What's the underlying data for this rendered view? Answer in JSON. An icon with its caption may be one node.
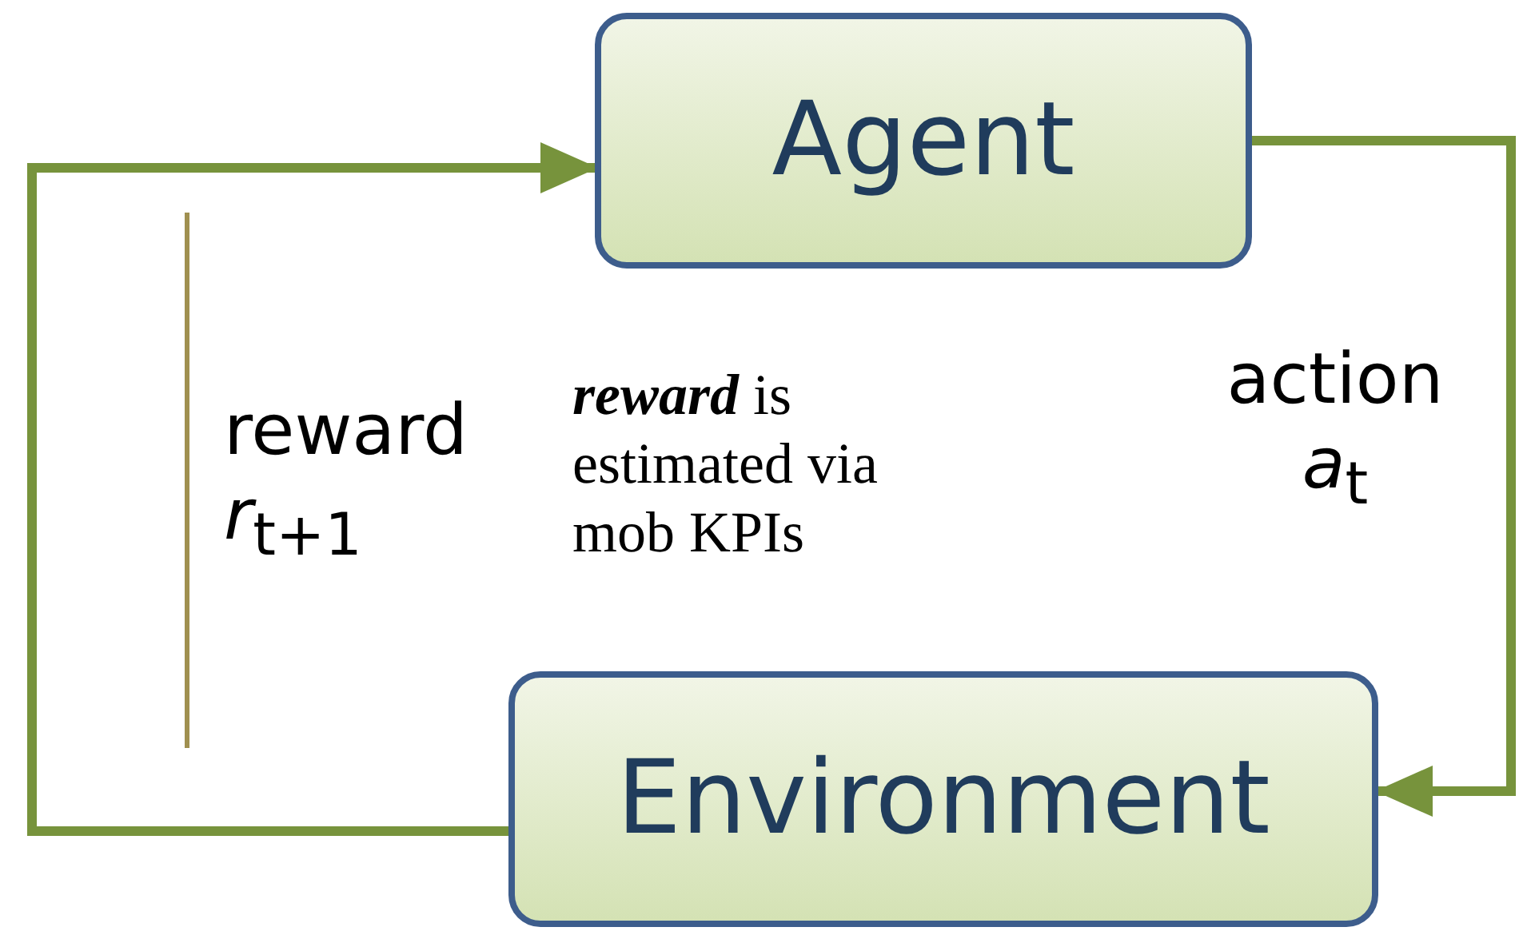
{
  "diagram": {
    "nodes": [
      {
        "text": [
          "Agent"
        ]
      },
      {
        "text": [
          "Environment"
        ]
      }
    ],
    "edges": [
      {
        "from": 0,
        "to": 1,
        "arrow": "to",
        "label": "action *a*$_{t}$"
      },
      {
        "from": 1,
        "to": 0,
        "arrow": "to",
        "label": "reward *r*$_{t+1}$"
      }
    ],
    "labels": [
      "**reward** is estimated via mob KPIs"
    ]
  }
}
